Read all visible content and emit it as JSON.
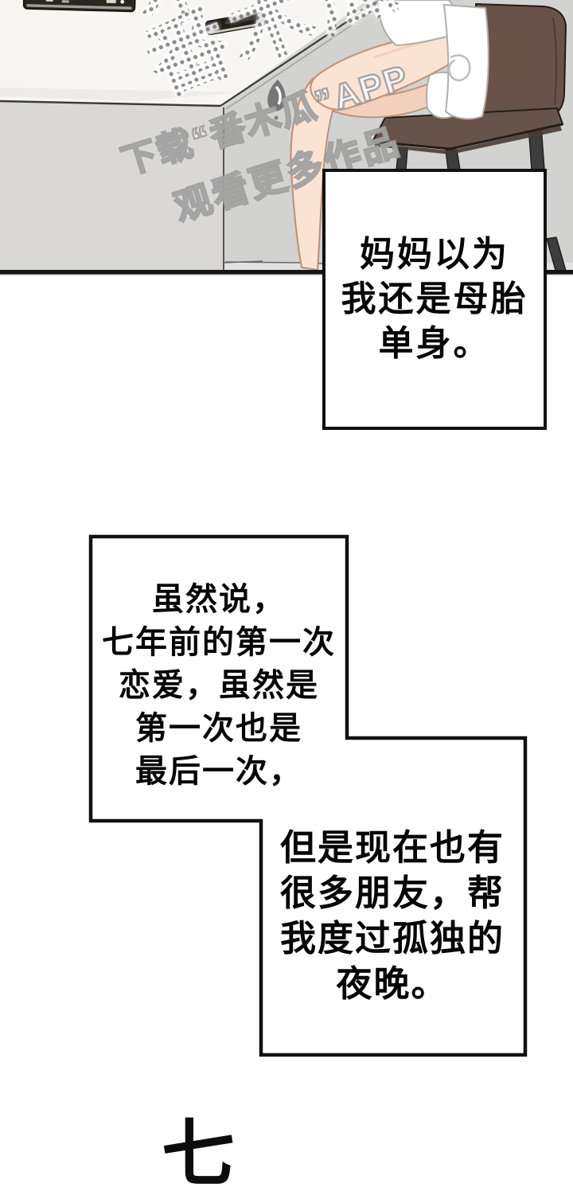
{
  "watermark": {
    "brand_text": "番木瓜",
    "partial_brand_glyph": "木",
    "line1": "下载“番木瓜”APP",
    "line2": "观看更多作品"
  },
  "narration_boxes": [
    {
      "lines": [
        "妈妈以为",
        "我还是母胎",
        "单身。"
      ]
    },
    {
      "lines": [
        "虽然说，",
        "七年前的第一次",
        "恋爱，虽然是",
        "第一次也是",
        "最后一次，"
      ]
    },
    {
      "lines": [
        "但是现在也有",
        "很多朋友，帮",
        "我度过孤独的",
        "夜晚。"
      ]
    }
  ],
  "bottom_partial_text": "七",
  "colors": {
    "wall": "#d2d2d0",
    "floor": "#e3e2e0",
    "desk-top": "#f7f6f3",
    "desk-front": "#d9d8d5",
    "line-dark": "#3a3a38",
    "panel-line": "#141414",
    "chair": "#675349",
    "chair-dark": "#4a3a32",
    "chair-leg": "#3d3d3d",
    "skin": "#fbe3d4",
    "skin-shade": "#f3d0bd",
    "skin-line": "#c09579",
    "cloth": "#ffffff",
    "cloth-line": "#b3aca6",
    "watermark-gray": "#9b9b9b",
    "box-border": "#111111"
  }
}
